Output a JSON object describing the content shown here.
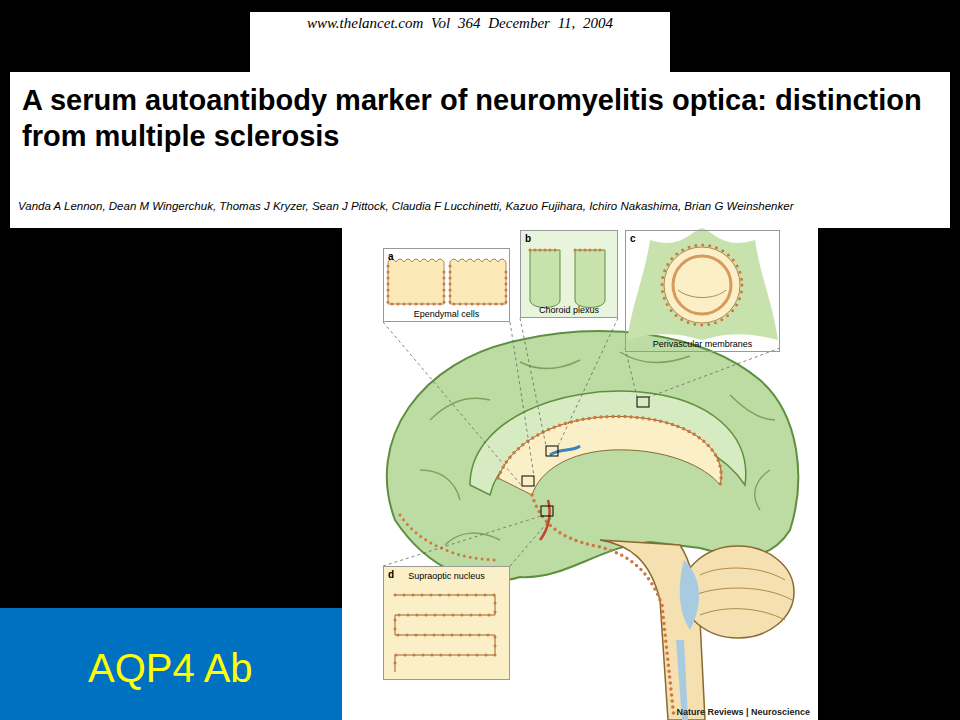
{
  "diagram": {
    "nodes": [
      {
        "text": [
          "www.thelancet.com Vol 364 December 11, 2004"
        ]
      },
      {
        "text": [
          "A serum autoantibody marker of neuromyelitis optica: distinction from multiple sclerosis",
          "Vanda A Lennon, Dean M Wingerchuk, Thomas J Kryzer, Sean J Pittock, Claudia F Lucchinetti, Kazuo Fujihara, Ichiro Nakashima, Brian G Weinshenker"
        ]
      },
      {
        "text": [
          "Nature Reviews | Neuroscience"
        ]
      },
      {
        "text": [
          "a",
          "Ependymal cells"
        ],
        "in": 2
      },
      {
        "text": [
          "b",
          "Choroid plexus"
        ],
        "in": 2
      },
      {
        "text": [
          "c",
          "Perivascular membranes"
        ],
        "in": 2
      },
      {
        "text": [
          "d",
          "Supraoptic nucleus"
        ],
        "in": 2
      },
      {
        "text": [
          "AQP4 Ab"
        ]
      }
    ]
  }
}
